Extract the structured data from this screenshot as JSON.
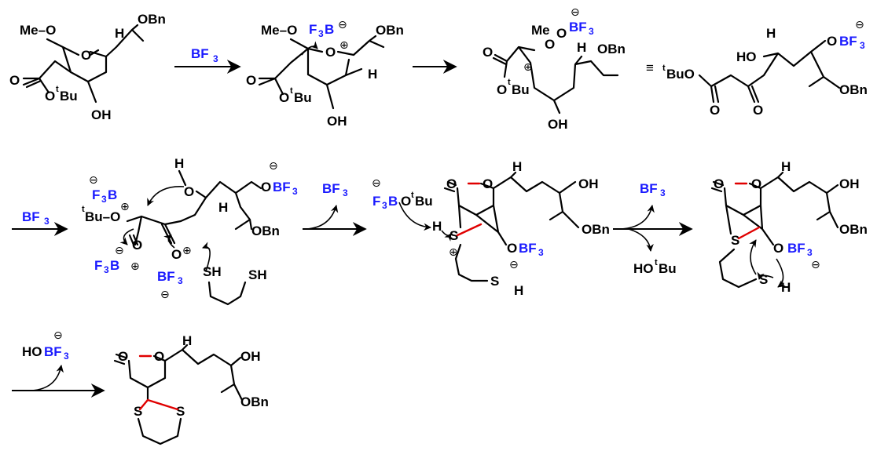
{
  "scheme": {
    "reagents": {
      "bf3": "BF",
      "sub3": "3",
      "hob": "HO",
      "bf3b": "BF",
      "hotbu_ho": "HO",
      "hotbu_t": "t",
      "hotbu_bu": "Bu"
    },
    "labels": {
      "meo": "Me–O",
      "obn": "OBn",
      "o": "O",
      "h": "H",
      "oh": "OH",
      "otbu_o": "O",
      "t": "t",
      "bu": "Bu",
      "f3b": "F",
      "f3b_b": "B",
      "me": "Me",
      "equiv": "≡",
      "tbuo_bu": "BuO",
      "ho": "HO",
      "obf": "OBF",
      "tbu_dash": "Bu–O",
      "s": "S",
      "sh": "SH",
      "h_alone": "H",
      "obf_dash": "O–BF"
    },
    "charges": {
      "minus": "⊖",
      "plus": "⊕"
    }
  }
}
